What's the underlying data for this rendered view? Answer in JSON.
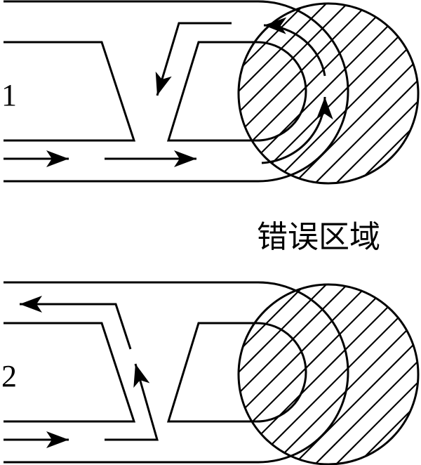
{
  "diagrams": [
    {
      "label": "1"
    },
    {
      "label": "2"
    }
  ],
  "error_region_label": "错误区域",
  "colors": {
    "stroke": "#000000",
    "background": "#ffffff"
  }
}
